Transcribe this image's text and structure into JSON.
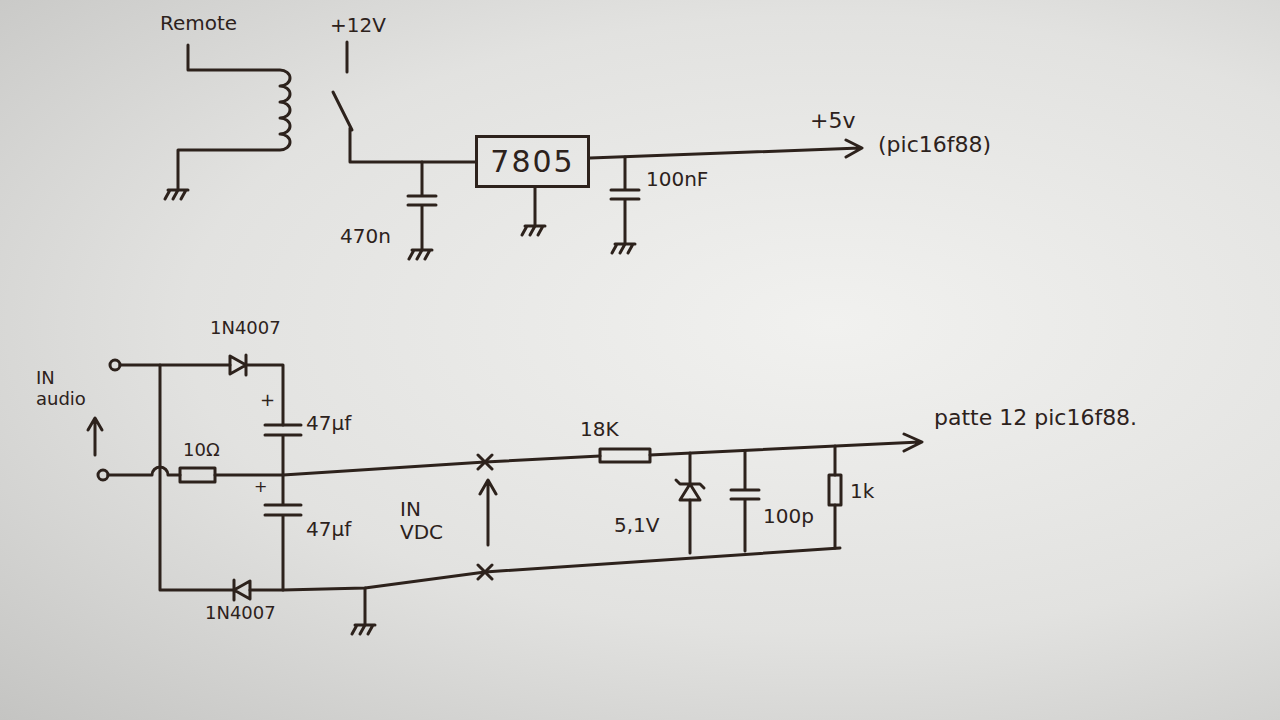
{
  "diagram": {
    "nodes": [
      {
        "text": [
          "7805"
        ]
      }
    ],
    "labels": [
      "Remote",
      "+12V",
      "470n",
      "+5v",
      "(pic16f88)",
      "100nF",
      "1N4007",
      "IN audio",
      "+",
      "47µf",
      "10Ω",
      "+",
      "47µf",
      "1N4007",
      "IN VDC",
      "18K",
      "5,1V",
      "100p",
      "1k",
      "patte 12 pic16f88."
    ]
  }
}
